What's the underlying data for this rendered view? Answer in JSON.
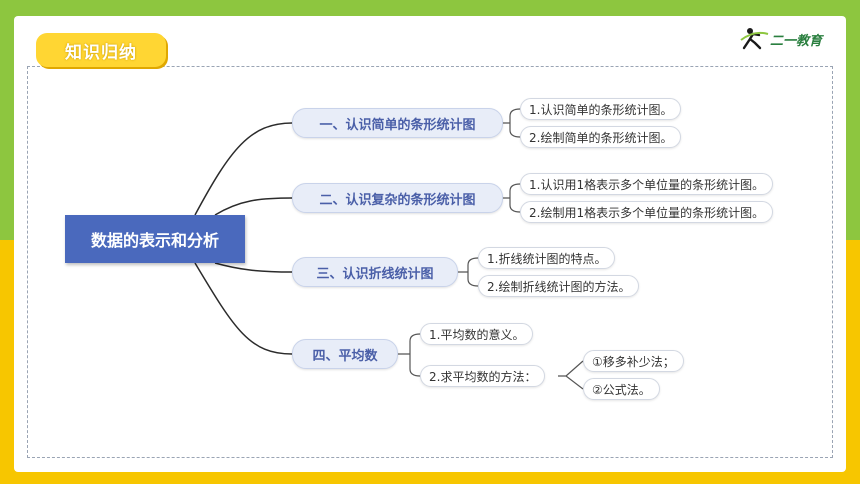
{
  "header": {
    "title": "知识归纳",
    "brand": "二一教育"
  },
  "mindmap": {
    "root": "数据的表示和分析",
    "branches": [
      {
        "label": "一、认识简单的条形统计图",
        "children": [
          "1.认识简单的条形统计图。",
          "2.绘制简单的条形统计图。"
        ]
      },
      {
        "label": "二、认识复杂的条形统计图",
        "children": [
          "1.认识用1格表示多个单位量的条形统计图。",
          "2.绘制用1格表示多个单位量的条形统计图。"
        ]
      },
      {
        "label": "三、认识折线统计图",
        "children": [
          "1.折线统计图的特点。",
          "2.绘制折线统计图的方法。"
        ]
      },
      {
        "label": "四、平均数",
        "children": [
          "1.平均数的意义。",
          "2.求平均数的方法："
        ],
        "sub_children": [
          "①移多补少法；",
          "②公式法。"
        ]
      }
    ]
  },
  "colors": {
    "accent_green": "#8dc63f",
    "accent_yellow": "#f7c600",
    "root_blue": "#4a69bd"
  }
}
